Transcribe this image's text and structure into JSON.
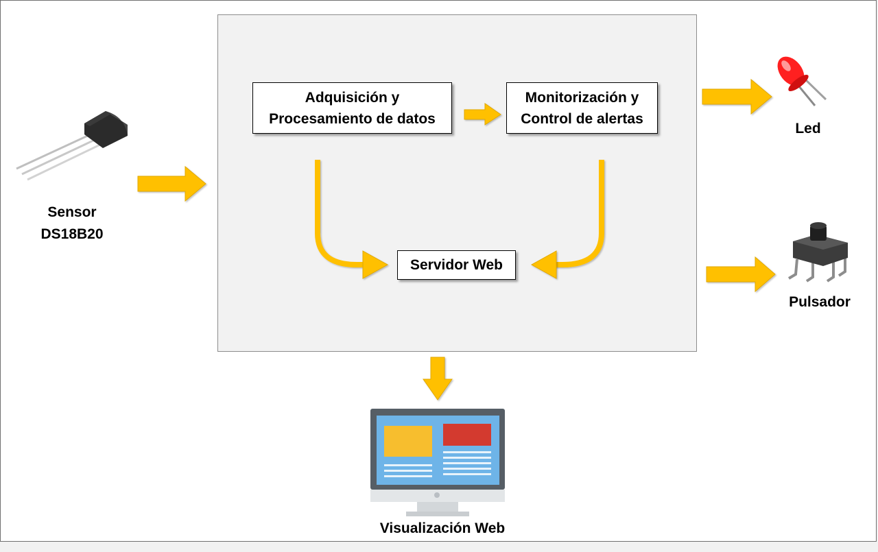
{
  "nodes": {
    "acquisition": "Adquisición y\nProcesamiento de datos",
    "monitoring": "Monitorización y\nControl de alertas",
    "server": "Servidor Web"
  },
  "devices": {
    "sensor": {
      "label": "Sensor\nDS18B20",
      "icon": "ds18b20-sensor-icon"
    },
    "led": {
      "label": "Led",
      "icon": "red-led-icon"
    },
    "button": {
      "label": "Pulsador",
      "icon": "push-button-icon"
    },
    "web": {
      "label": "Visualización Web",
      "icon": "monitor-icon"
    }
  },
  "colors": {
    "arrow": "#FFC000",
    "arrow_outline": "#E0A800",
    "led_red": "#FF2020",
    "screen_blue": "#6EB4E8",
    "panel_yellow": "#F7BE2E",
    "panel_red": "#D33A2F"
  }
}
